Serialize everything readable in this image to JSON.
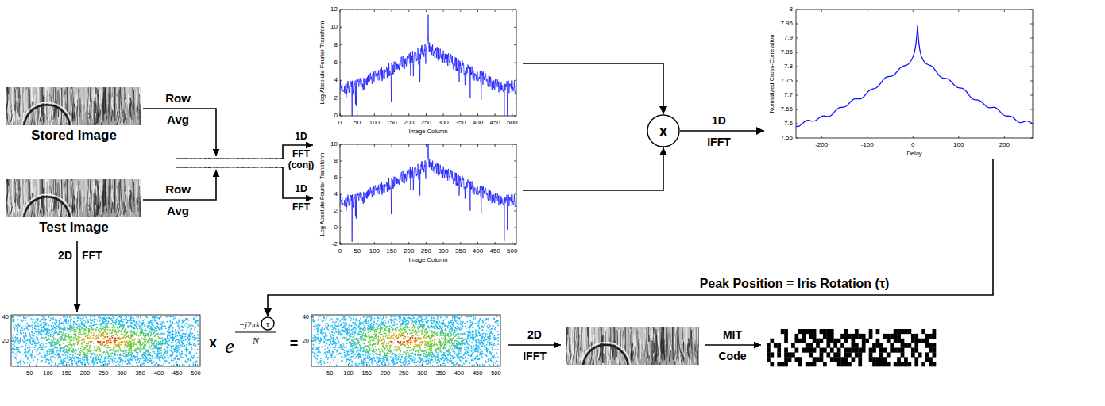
{
  "diagram": {
    "nodes": [
      {
        "text": [
          "Stored Image"
        ]
      },
      {
        "text": [
          "Test Image"
        ]
      },
      {
        "text": [
          "Log Absolute Fourier Transform",
          "Image Column"
        ]
      },
      {
        "text": [
          "Log Absolute Fourier Transform",
          "Image Column"
        ]
      },
      {
        "text": [
          "x"
        ]
      },
      {
        "text": [
          "Normalized Cross-Correlation",
          "Delay"
        ]
      },
      {
        "text": [
          "τ"
        ]
      }
    ],
    "edges": [
      {
        "from": 2,
        "to": 4,
        "arrow": "to"
      },
      {
        "from": 3,
        "to": 4,
        "arrow": "to"
      },
      {
        "from": 4,
        "to": 5,
        "arrow": "to"
      },
      {
        "from": 5,
        "to": 6,
        "label": "Peak Position = Iris Rotation (τ)",
        "arrow": "to"
      }
    ],
    "labels": [
      "Row",
      "Avg",
      "Row",
      "Avg",
      "1D",
      "FFT (conj)",
      "1D",
      "FFT",
      "0",
      "2",
      "4",
      "6",
      "8",
      "10",
      "12",
      "0",
      "50",
      "100",
      "150",
      "200",
      "250",
      "300",
      "350",
      "400",
      "450",
      "500",
      "-2",
      "0",
      "2",
      "4",
      "6",
      "8",
      "10",
      "0",
      "50",
      "100",
      "150",
      "200",
      "250",
      "300",
      "350",
      "400",
      "450",
      "500",
      "1D",
      "IFFT",
      "7.55",
      "7.6",
      "7.65",
      "7.7",
      "7.75",
      "7.8",
      "7.85",
      "7.9",
      "7.95",
      "8",
      "-200",
      "-100",
      "0",
      "100",
      "200",
      "2D",
      "FFT",
      "40",
      "20",
      "50",
      "100",
      "150",
      "200",
      "250",
      "300",
      "350",
      "400",
      "450",
      "500",
      "x",
      "e",
      "−j2πk",
      "N",
      "=",
      "40",
      "20",
      "50",
      "100",
      "150",
      "200",
      "250",
      "300",
      "350",
      "400",
      "450",
      "500",
      "2D",
      "IFFT",
      "MIT",
      "Code"
    ]
  }
}
